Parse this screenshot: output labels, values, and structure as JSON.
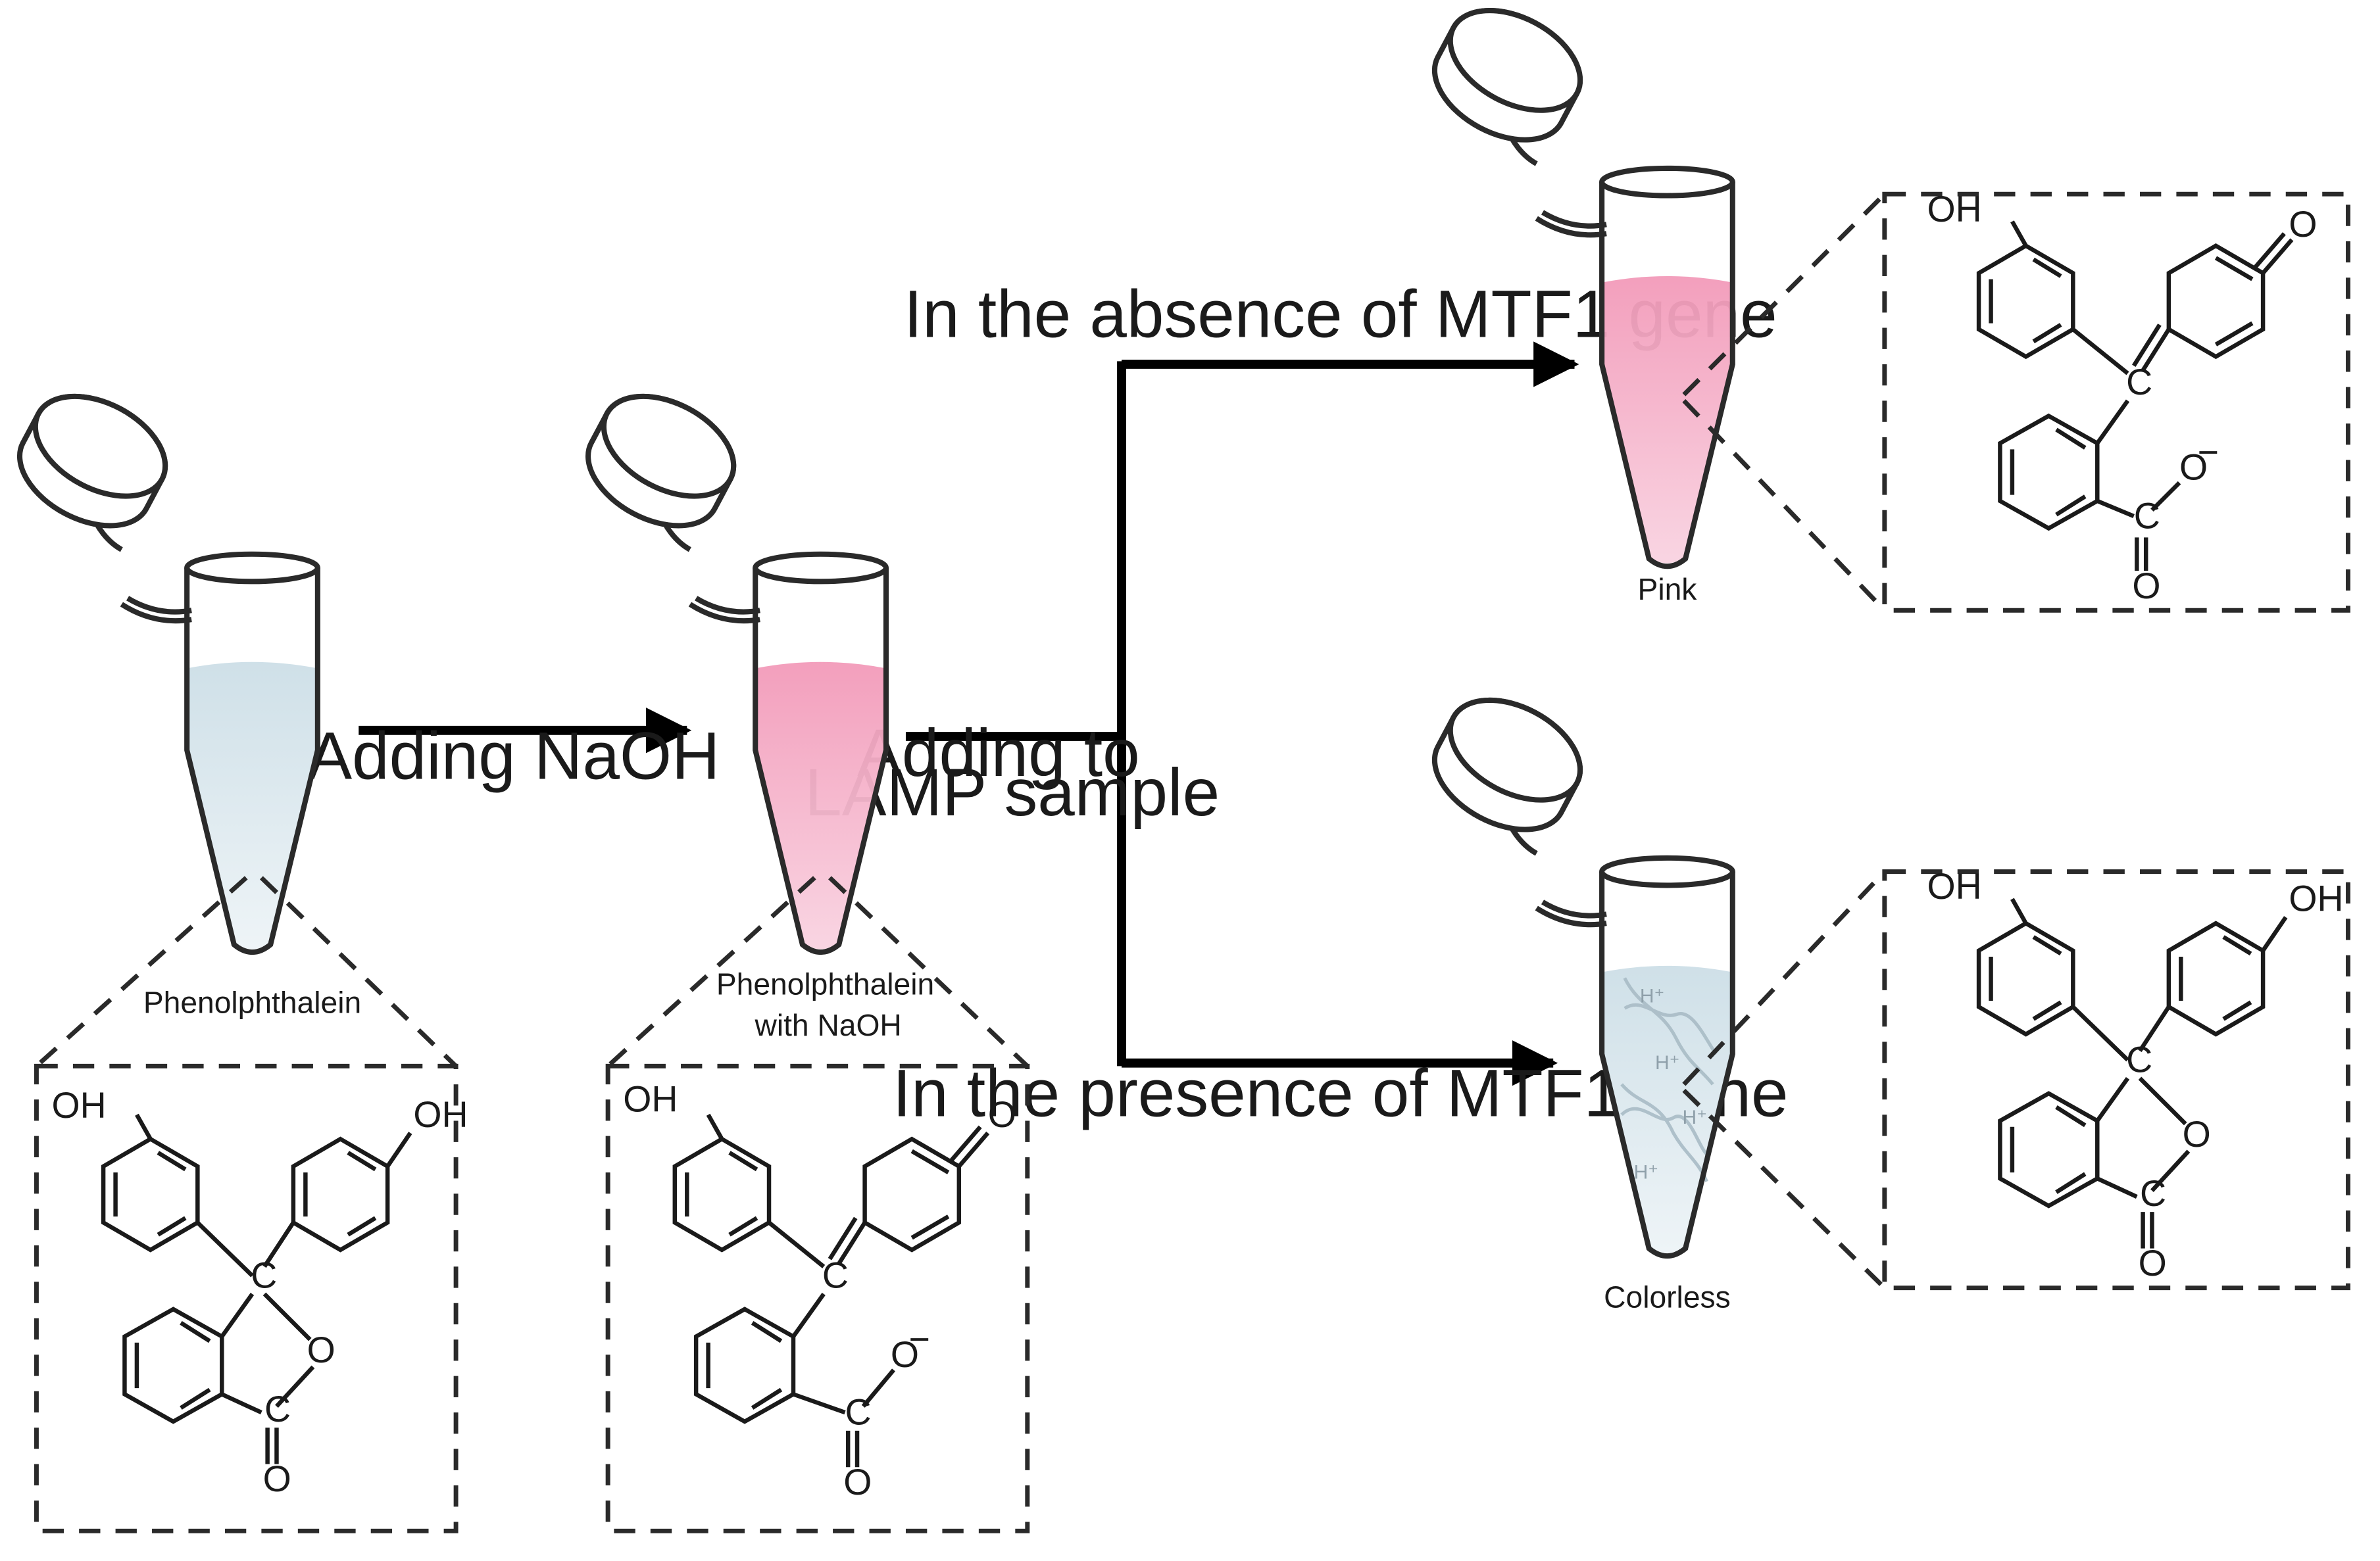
{
  "colors": {
    "pink_liquid": "#f4a9c5",
    "clear_liquid": "#d4e3ea",
    "ink": "#1a1a1a"
  },
  "labels": {
    "adding_naoh": "Adding NaOH",
    "adding_lamp_line1": "Adding to",
    "adding_lamp_line2": "LAMP sample",
    "absence": "In the absence of MTF1 gene",
    "presence": "In the presence of MTF1 gene"
  },
  "tubes": {
    "t1": {
      "caption": "Phenolphthalein",
      "liquid": "clear"
    },
    "t2": {
      "caption_line1": "Phenolphthalein",
      "caption_line2": "with NaOH",
      "liquid": "pink"
    },
    "t3": {
      "caption": "Pink",
      "liquid": "pink"
    },
    "t4": {
      "caption": "Colorless",
      "liquid": "clear",
      "ions": [
        "H⁺",
        "H⁺",
        "H⁺",
        "H⁺"
      ]
    }
  },
  "structures": {
    "lactone": {
      "oh": "OH",
      "c": "C",
      "o": "O"
    },
    "quinoid": {
      "oh": "OH",
      "c": "C",
      "o": "O",
      "minus": "−"
    }
  }
}
